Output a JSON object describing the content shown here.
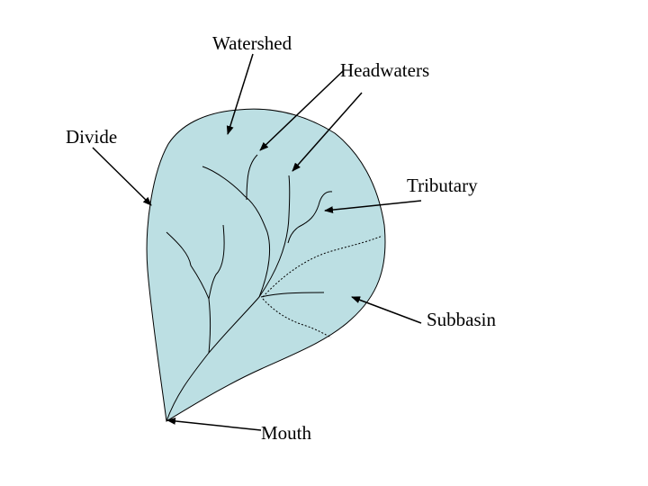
{
  "labels": {
    "watershed": "Watershed",
    "headwaters": "Headwaters",
    "divide": "Divide",
    "tributary": "Tributary",
    "subbasin": "Subbasin",
    "mouth": "Mouth"
  },
  "colors": {
    "basin_fill": "#bcdfe3",
    "line": "#000000",
    "background": "#ffffff"
  }
}
